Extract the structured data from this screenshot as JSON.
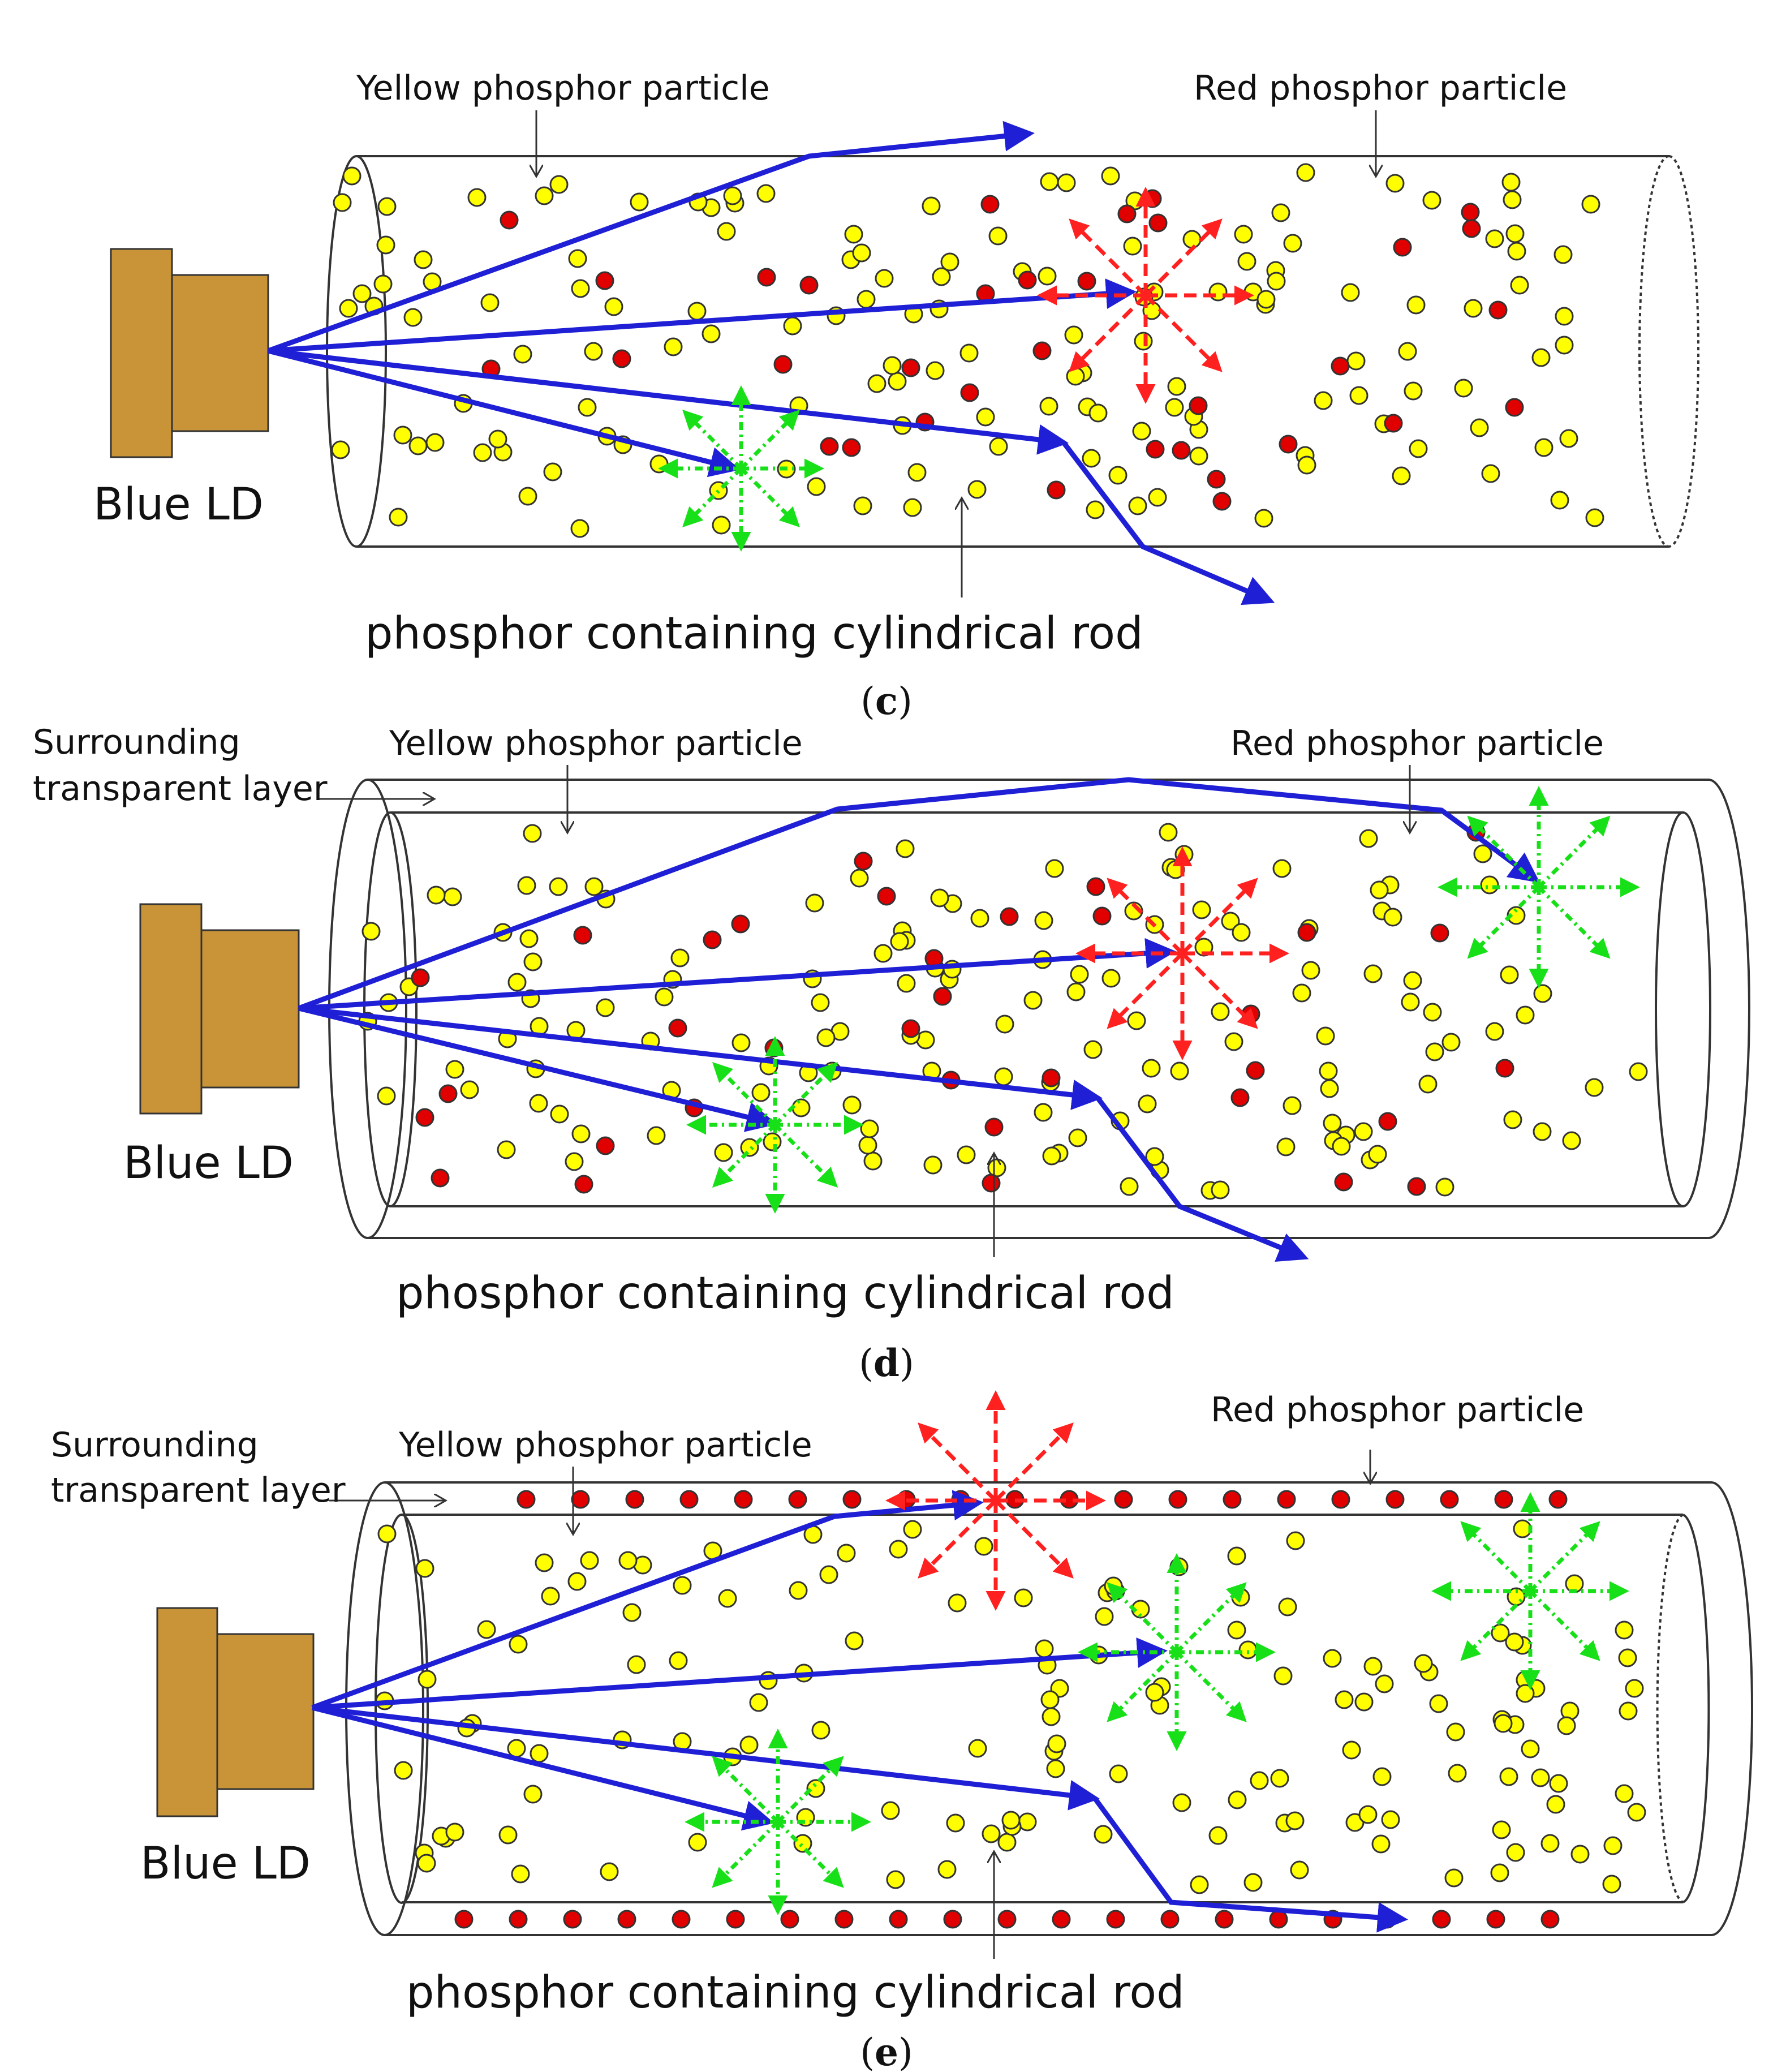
{
  "colors": {
    "blue_ray": "#1f1fd6",
    "yellow_particle": "#ffff00",
    "red_particle": "#e00000",
    "green_emission": "#18e018",
    "red_emission": "#ff2020",
    "ld_body": "#c89437",
    "outline": "#333333"
  },
  "icons": {
    "laser": "blue-ld-icon",
    "yellow": "yellow-phosphor-particle-icon",
    "red": "red-phosphor-particle-icon",
    "green_burst": "green-emission-burst-icon",
    "red_burst": "red-emission-burst-icon"
  },
  "panels": [
    {
      "id": "c",
      "label_open": "(",
      "label_letter": "c",
      "label_close": ")",
      "yellow_label": "Yellow phosphor particle",
      "red_label": "Red phosphor particle",
      "rod_label": "phosphor containing cylindrical rod",
      "ld_label": "Blue LD",
      "layer_label_line1": "",
      "layer_label_line2": ""
    },
    {
      "id": "d",
      "label_open": "(",
      "label_letter": "d",
      "label_close": ")",
      "yellow_label": "Yellow phosphor particle",
      "red_label": "Red phosphor particle",
      "rod_label": "phosphor containing cylindrical rod",
      "ld_label": "Blue LD",
      "layer_label_line1": "Surrounding",
      "layer_label_line2": "transparent layer"
    },
    {
      "id": "e",
      "label_open": "(",
      "label_letter": "e",
      "label_close": ")",
      "yellow_label": "Yellow phosphor particle",
      "red_label": "Red phosphor particle",
      "rod_label": "phosphor containing cylindrical rod",
      "ld_label": "Blue LD",
      "layer_label_line1": "Surrounding",
      "layer_label_line2": "transparent layer"
    }
  ]
}
